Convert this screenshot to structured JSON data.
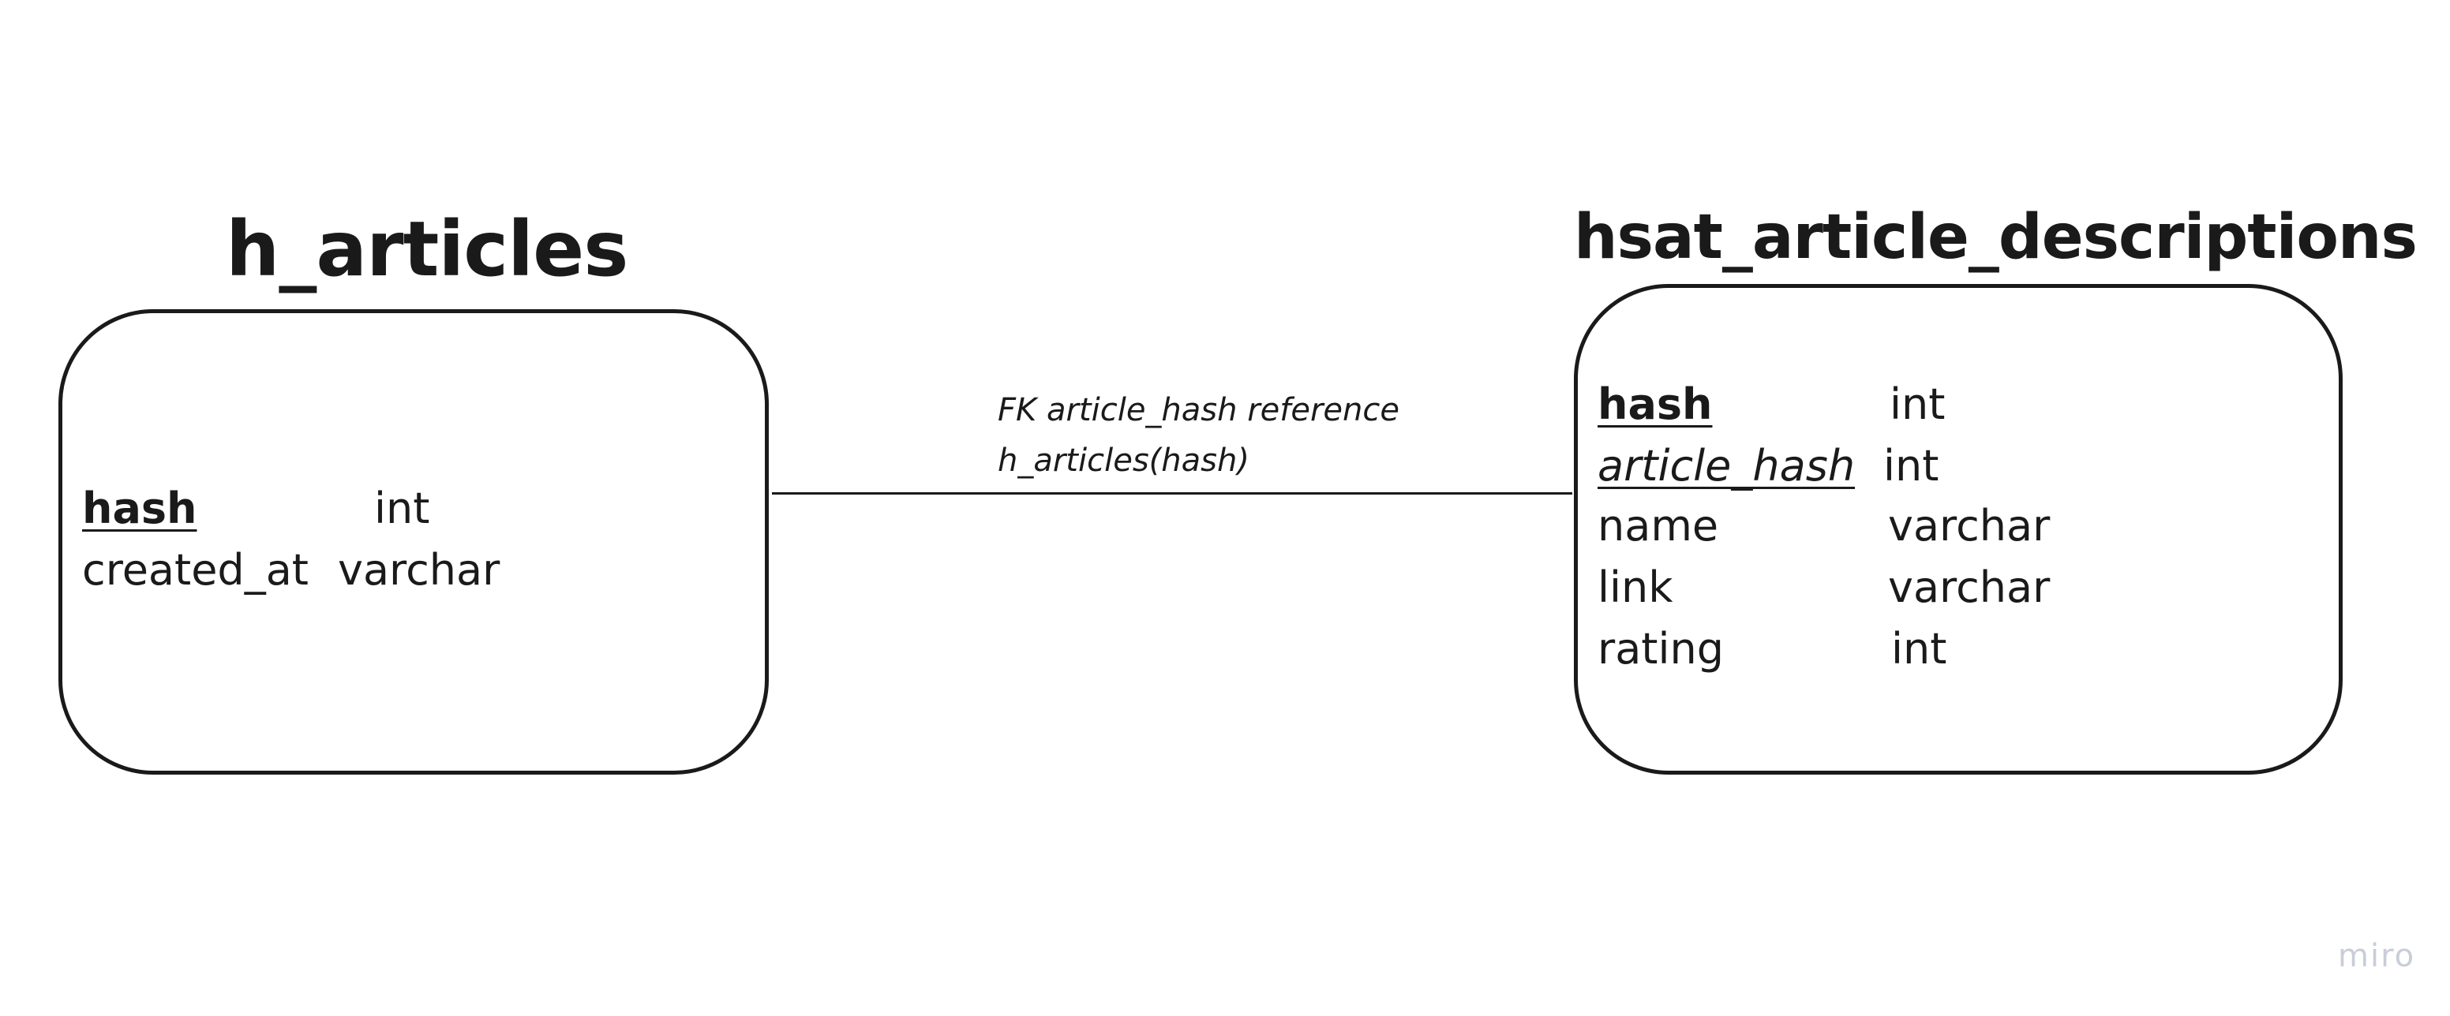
{
  "diagram": {
    "entities": [
      {
        "title": "h_articles",
        "fields": [
          {
            "name": "hash",
            "type": "int",
            "key": "primary"
          },
          {
            "name": "created_at",
            "type": "varchar",
            "key": "none"
          }
        ]
      },
      {
        "title": "hsat_article_descriptions",
        "fields": [
          {
            "name": "hash",
            "type": "int",
            "key": "primary"
          },
          {
            "name": "article_hash",
            "type": "int",
            "key": "foreign"
          },
          {
            "name": "name",
            "type": "varchar",
            "key": "none"
          },
          {
            "name": "link",
            "type": "varchar",
            "key": "none"
          },
          {
            "name": "rating",
            "type": "int",
            "key": "none"
          }
        ]
      }
    ],
    "relationship": {
      "label_line1": "FK article_hash reference",
      "label_line2": "h_articles(hash)"
    }
  },
  "watermark": "miro"
}
